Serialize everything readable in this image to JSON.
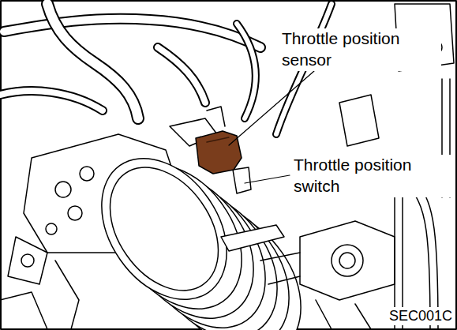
{
  "diagram": {
    "labels": [
      "Throttle position sensor",
      "Throttle position switch",
      "SEC001C"
    ]
  }
}
